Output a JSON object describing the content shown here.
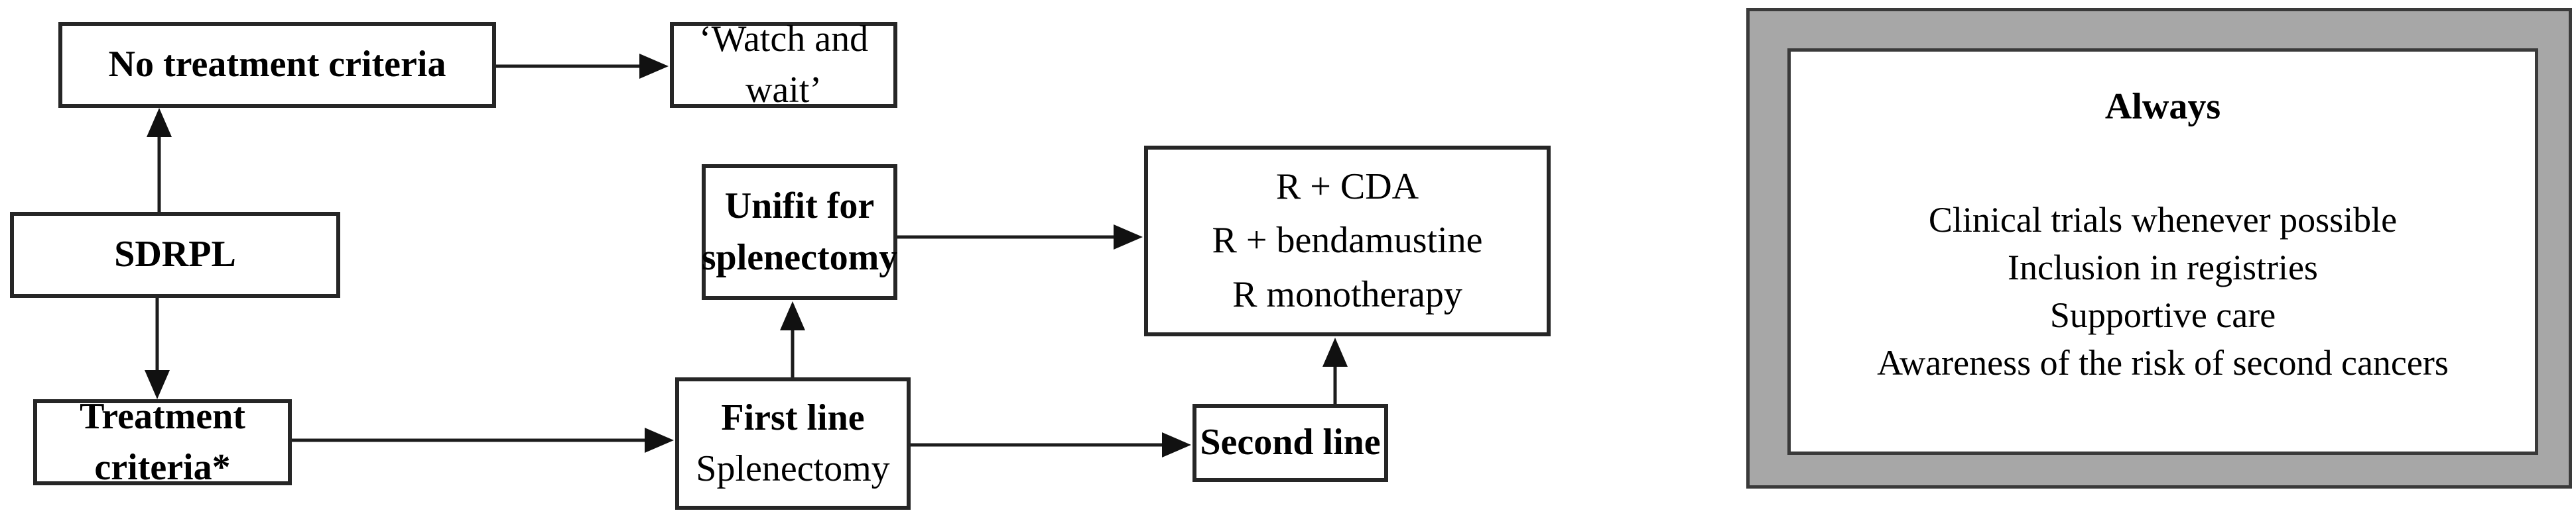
{
  "figure": {
    "type": "flowchart",
    "background": "#ffffff"
  },
  "nodes": {
    "no_treatment": {
      "label": "No treatment criteria"
    },
    "watch_wait": {
      "label": "‘Watch and wait’"
    },
    "sdrpl": {
      "label": "SDRPL"
    },
    "treatment_criteria": {
      "label": "Treatment criteria*"
    },
    "unfit_splenectomy": {
      "line1": "Unifit for",
      "line2": "splenectomy"
    },
    "therapy_options": {
      "line1": "R + CDA",
      "line2": "R + bendamustine",
      "line3": "R monotherapy"
    },
    "first_line": {
      "title": "First line",
      "subtitle": "Splenectomy"
    },
    "second_line": {
      "label": "Second line"
    }
  },
  "always_panel": {
    "title": "Always",
    "items": [
      "Clinical trials whenever possible",
      "Inclusion in registries",
      "Supportive care",
      "Awareness of the risk of second cancers"
    ]
  },
  "edges": [
    "SDRPL -> No treatment criteria",
    "No treatment criteria -> 'Watch and wait'",
    "SDRPL -> Treatment criteria*",
    "Treatment criteria* -> First line Splenectomy",
    "First line Splenectomy -> Unifit for splenectomy",
    "Unifit for splenectomy -> R+CDA / R+bendamustine / R monotherapy",
    "First line Splenectomy -> Second line",
    "Second line -> R+CDA / R+bendamustine / R monotherapy"
  ],
  "colors": {
    "box_border": "#262626",
    "arrow": "#1c1c1c",
    "panel_gray": "#a7a7a7",
    "panel_border": "#3a3a3a",
    "text": "#000000",
    "background": "#ffffff"
  }
}
